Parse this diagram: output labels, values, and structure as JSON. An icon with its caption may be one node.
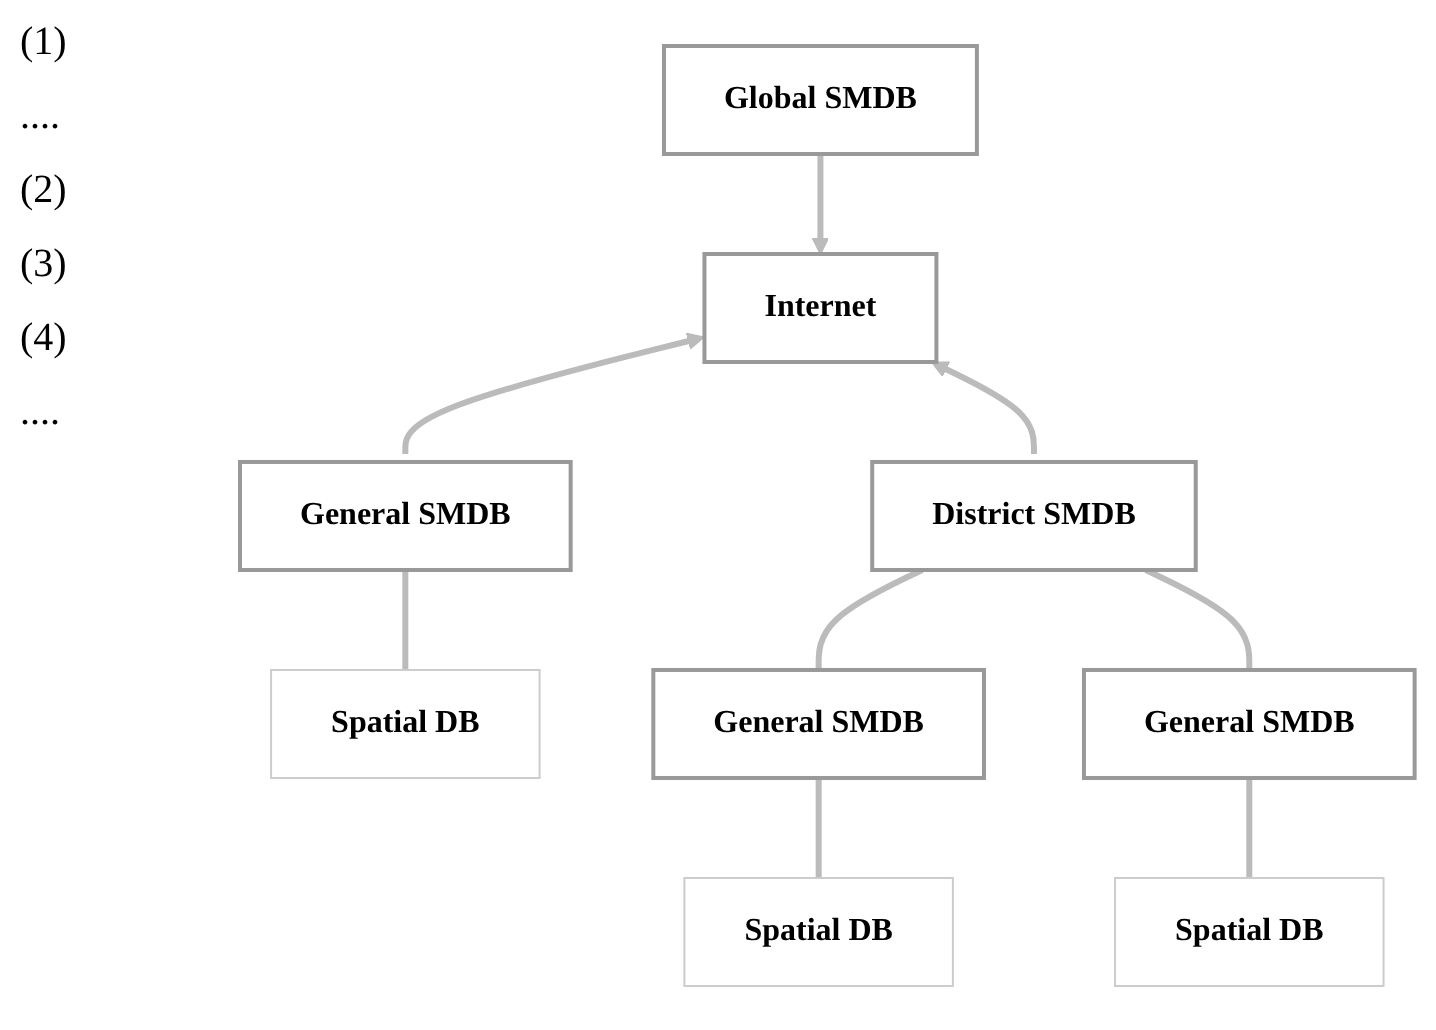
{
  "diagram": {
    "nodes": [
      {
        "text": [
          "Global SMDB"
        ]
      },
      {
        "text": [
          "Internet"
        ]
      },
      {
        "text": [
          "District SMDB"
        ]
      },
      {
        "text": [
          "General SMDB"
        ]
      },
      {
        "text": [
          "Spatial DB"
        ]
      },
      {
        "text": [
          "General SMDB"
        ]
      },
      {
        "text": [
          "General SMDB"
        ]
      },
      {
        "text": [
          "Spatial DB"
        ]
      },
      {
        "text": [
          "Spatial DB"
        ]
      }
    ],
    "edges": [
      {
        "from": 0,
        "to": 1,
        "arrow": "to"
      },
      {
        "from": 2,
        "to": 1,
        "arrow": "to"
      },
      {
        "from": 3,
        "to": 1,
        "arrow": "to"
      },
      {
        "from": 2,
        "to": 5,
        "arrow": "none"
      },
      {
        "from": 2,
        "to": 6,
        "arrow": "none"
      },
      {
        "from": 3,
        "to": 4,
        "arrow": "none"
      },
      {
        "from": 5,
        "to": 7,
        "arrow": "none"
      },
      {
        "from": 6,
        "to": 8,
        "arrow": "none"
      }
    ],
    "labels": [
      "(1)",
      "....",
      "(2)",
      "(3)",
      "(4)",
      "...."
    ]
  }
}
